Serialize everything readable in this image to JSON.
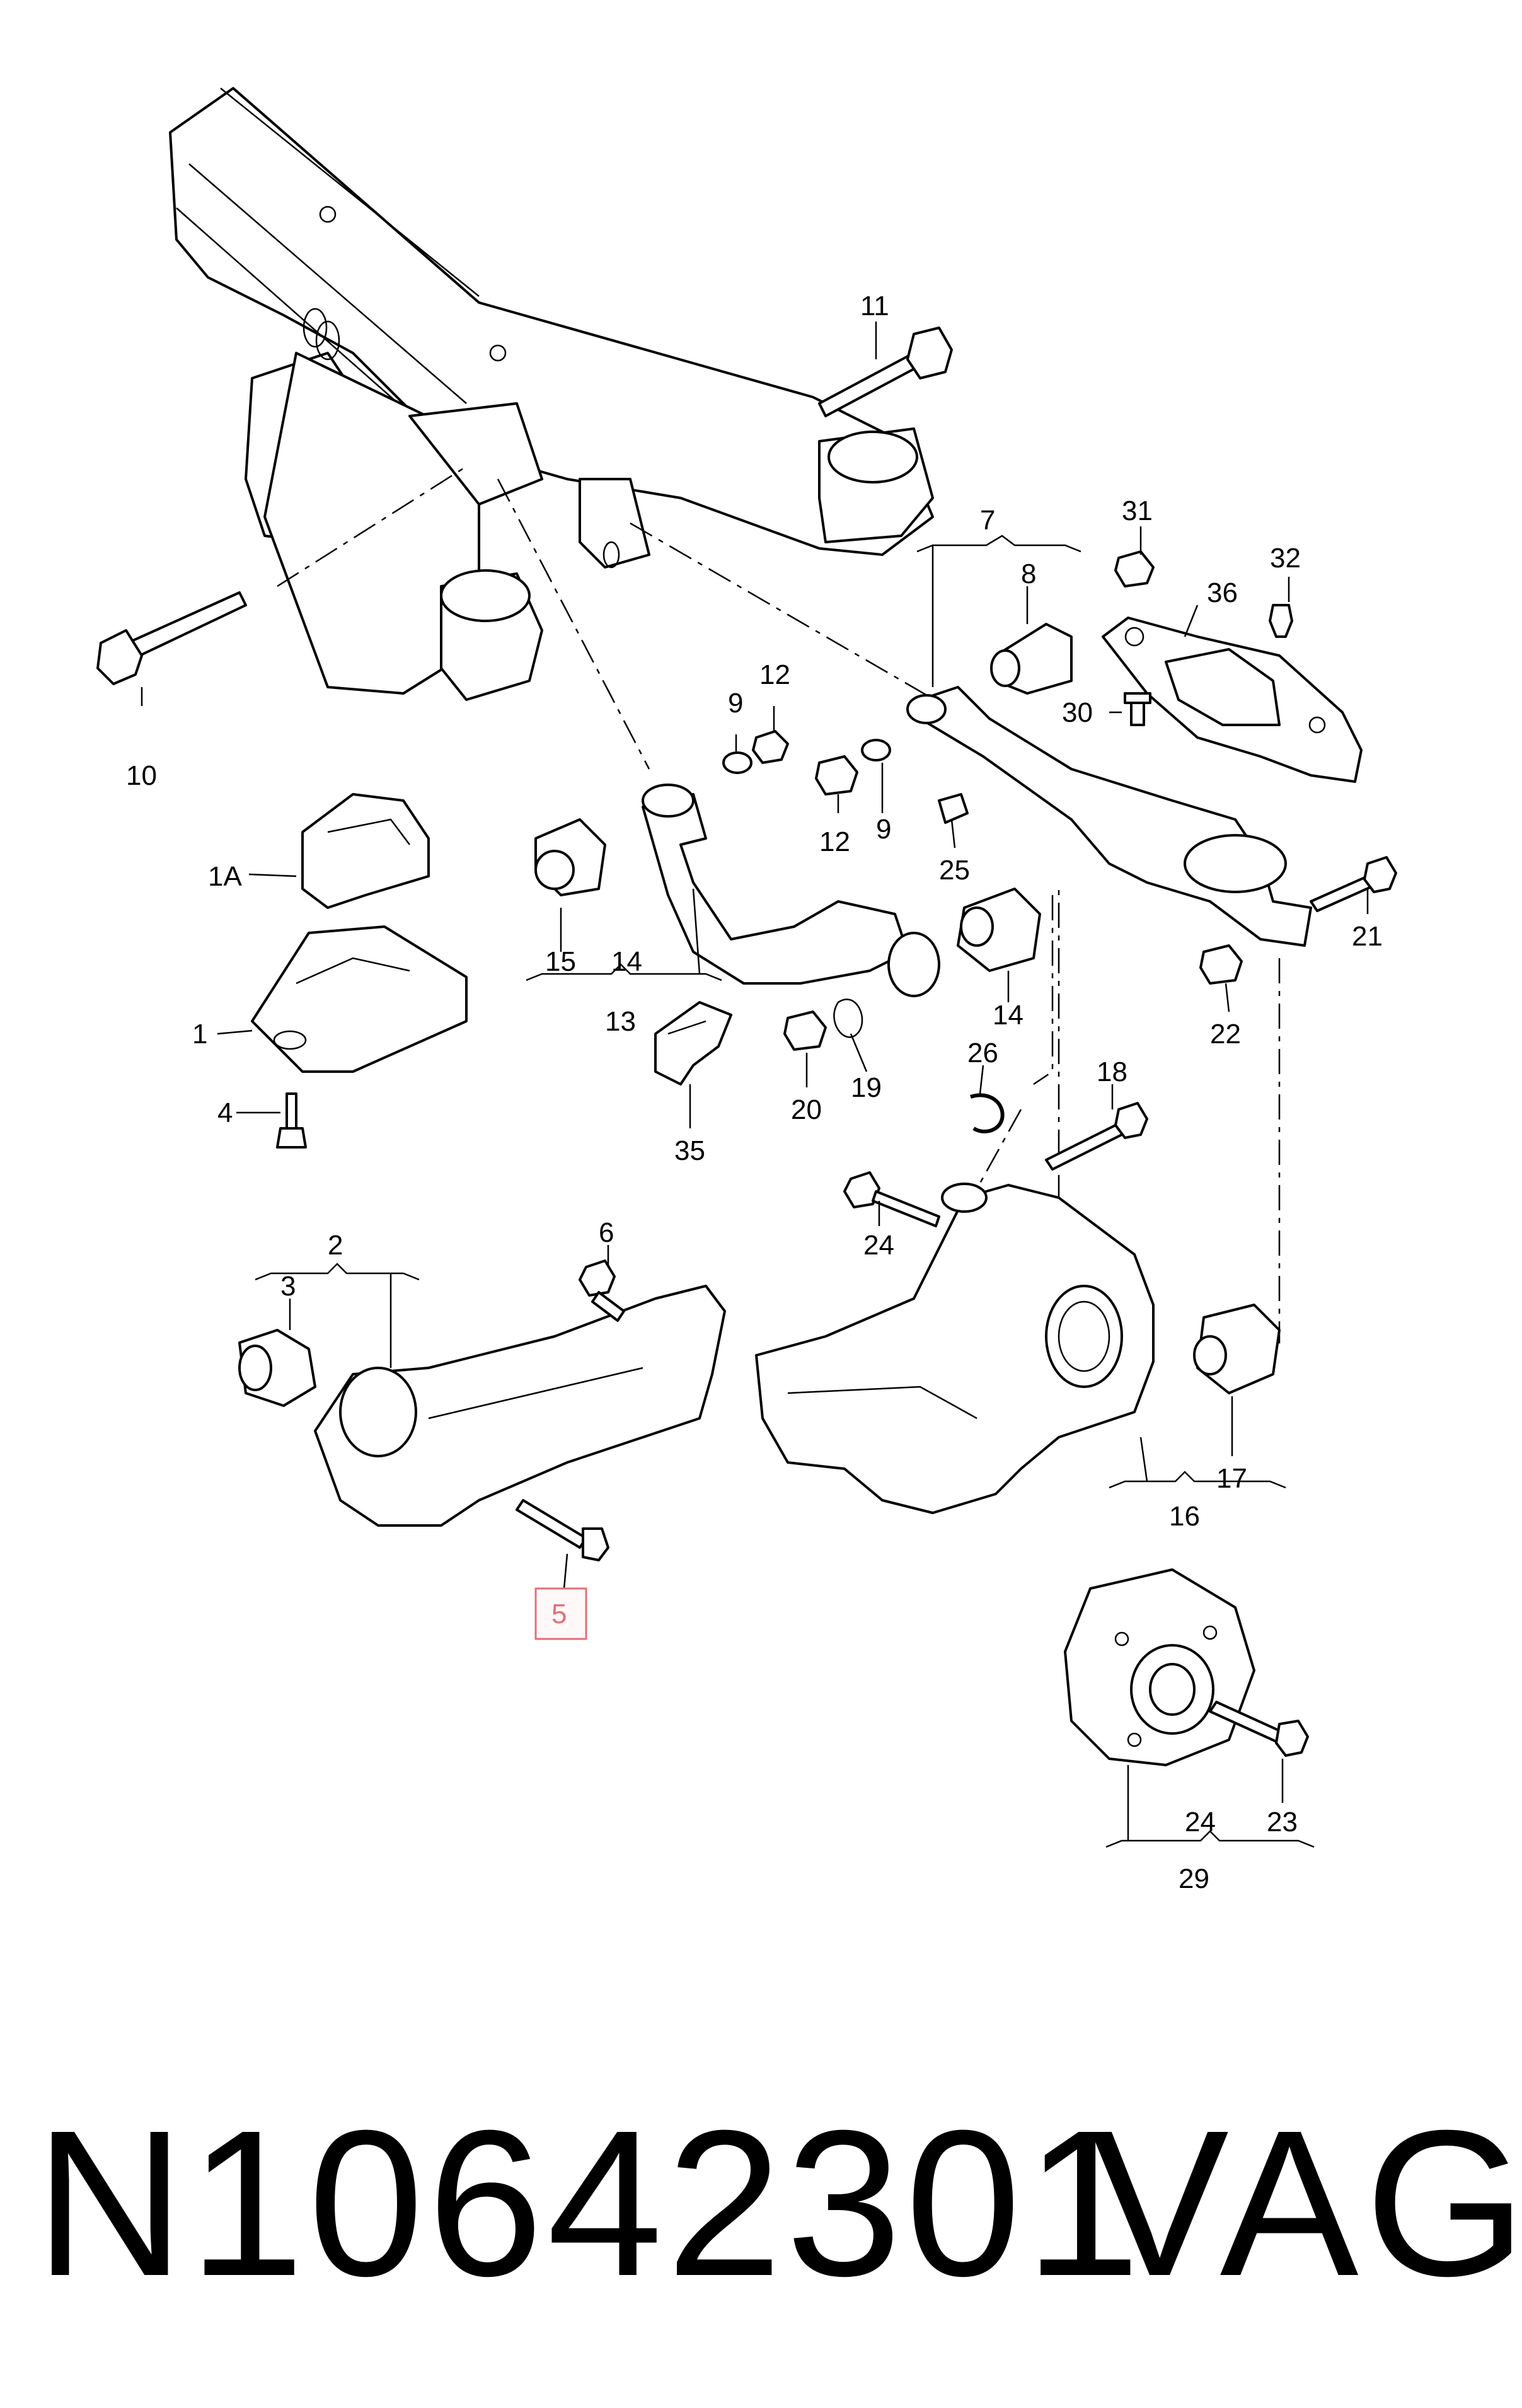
{
  "callouts": {
    "c1": "1",
    "c1A": "1A",
    "c2": "2",
    "c3": "3",
    "c4": "4",
    "c5": "5",
    "c6": "6",
    "c7": "7",
    "c8": "8",
    "c9a": "9",
    "c9b": "9",
    "c10": "10",
    "c11": "11",
    "c12a": "12",
    "c12b": "12",
    "c13": "13",
    "c14a": "14",
    "c14b": "14",
    "c15": "15",
    "c16": "16",
    "c17": "17",
    "c18": "18",
    "c19": "19",
    "c20": "20",
    "c21": "21",
    "c22": "22",
    "c23": "23",
    "c24a": "24",
    "c24b": "24",
    "c25": "25",
    "c26": "26",
    "c29": "29",
    "c30": "30",
    "c31": "31",
    "c32": "32",
    "c35": "35",
    "c36": "36"
  },
  "highlighted_callout": "5",
  "highlight_color": "#e0707a",
  "footer": {
    "part_number": "N10642301",
    "brand": "VAG"
  }
}
